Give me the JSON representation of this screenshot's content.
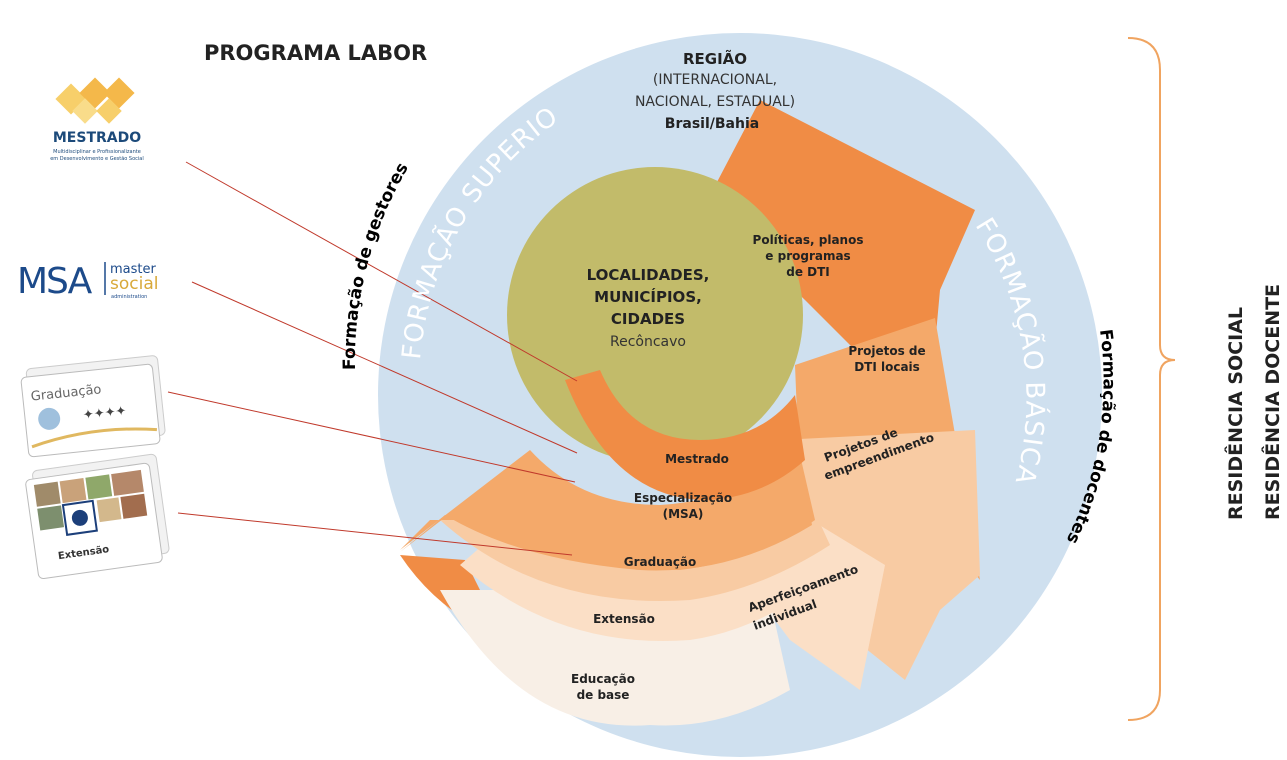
{
  "title": "PROGRAMA LABOR",
  "regiao": {
    "title": "REGIÃO",
    "line1": "(INTERNACIONAL,",
    "line2": "NACIONAL, ESTADUAL)",
    "line3": "Brasil/Bahia"
  },
  "center": {
    "line1": "LOCALIDADES,",
    "line2": "MUNICÍPIOS,",
    "line3": "CIDADES",
    "line4": "Recôncavo"
  },
  "ring_labels": {
    "formacao_superior": "FORMAÇÃO SUPERIOR",
    "formacao_basica": "FORMAÇÃO BÁSICA",
    "formacao_gestores": "Formação de gestores",
    "formacao_docentes": "Formação de docentes"
  },
  "arrows": {
    "politicas": [
      "Políticas, planos",
      "e programas",
      "de DTI"
    ],
    "projetos_dti": [
      "Projetos de",
      "DTI locais"
    ],
    "projetos_empreend": [
      "Projetos de",
      "empreendimento"
    ],
    "aperfeicoamento": [
      "Aperfeiçoamento",
      "individual"
    ]
  },
  "levels": {
    "mestrado": "Mestrado",
    "especializacao": [
      "Especialização",
      "(MSA)"
    ],
    "graduacao": "Graduação",
    "extensao": "Extensão",
    "educacao": [
      "Educação",
      "de base"
    ]
  },
  "logos": {
    "mestrado": {
      "title": "MESTRADO",
      "sub1": "Multidisciplinar e Profissionalizante",
      "sub2": "em Desenvolvimento e Gestão Social"
    },
    "msa": {
      "mark": "MSA",
      "w1": "master",
      "w2": "social",
      "w3": "administration"
    },
    "graduacao": "Graduação",
    "extensao": "Extensão"
  },
  "right_labels": {
    "social": "RESIDÊNCIA SOCIAL",
    "docente": "RESIDÊNCIA DOCENTE"
  },
  "colors": {
    "outer_circle": "#cfe0ef",
    "center_circle": "#c2bb6a",
    "orange_dark": "#f08c45",
    "orange_mid": "#f4a96a",
    "orange_light": "#f8cba3",
    "peach": "#fbdfc6",
    "cream": "#f8efe6",
    "bracket": "#f0a460",
    "pointer_line": "#c0392b"
  }
}
